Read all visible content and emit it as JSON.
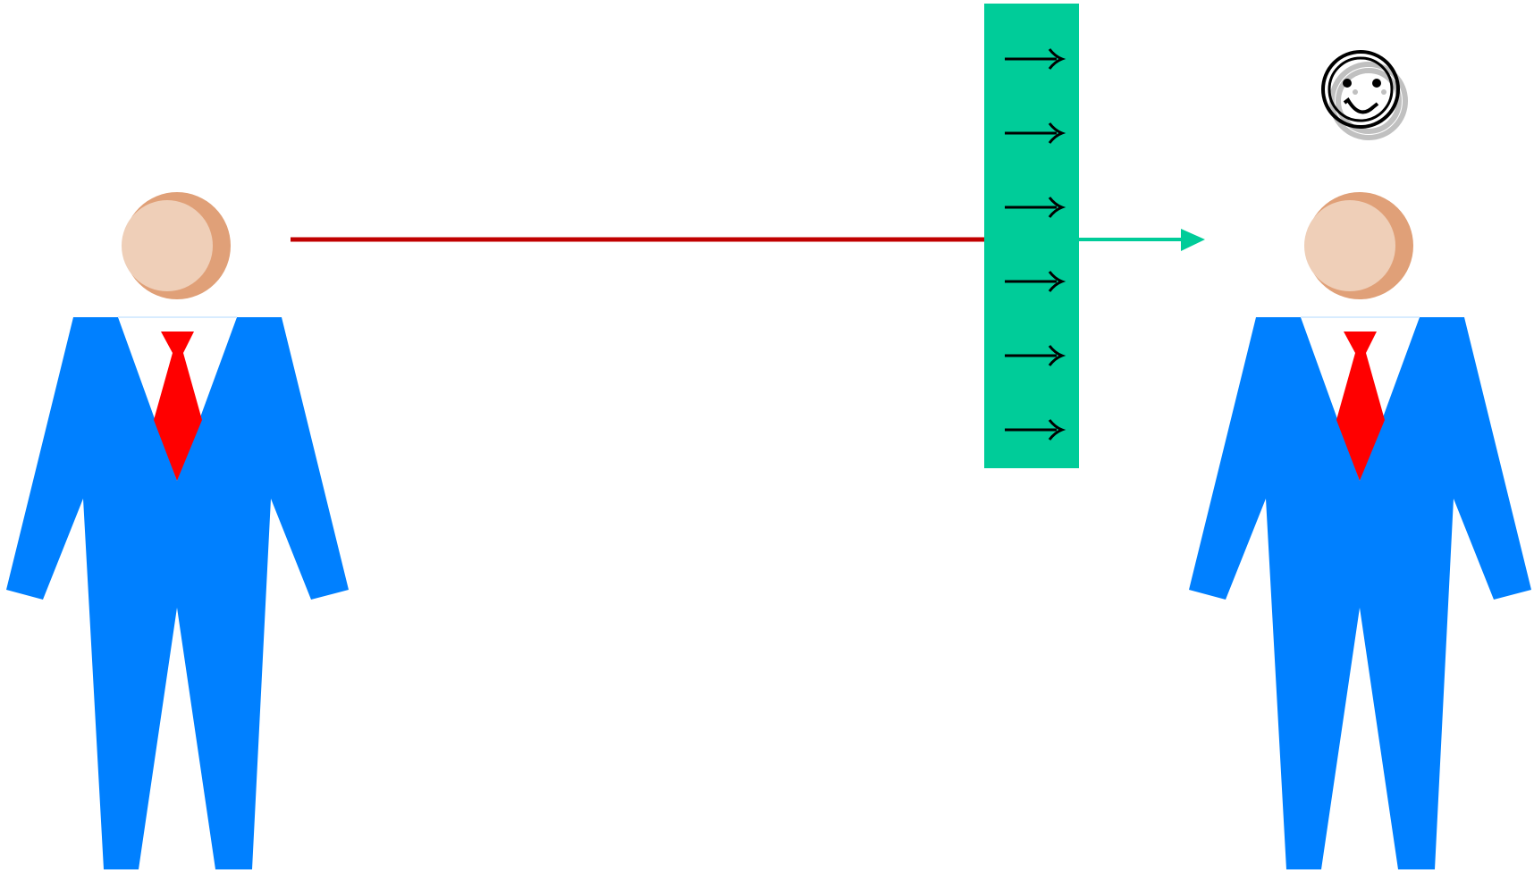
{
  "diagram": {
    "colors": {
      "background": "#ffffff",
      "suit": "#0080ff",
      "tie": "#ff0000",
      "shirt": "#ffffff",
      "head_light": "#efcfb8",
      "head_shade": "#e0a078",
      "signal_line": "#c00000",
      "filter_panel": "#00cc99",
      "output_arrow": "#00cc99",
      "panel_arrows": "#000000",
      "smiley": "#000000",
      "smiley_shadow": "#c0c0c0"
    },
    "figures": [
      {
        "id": "sender",
        "role": "sender",
        "icon": "businessman-icon"
      },
      {
        "id": "receiver",
        "role": "receiver",
        "icon": "businessman-icon"
      }
    ],
    "panel": {
      "icon": "filter-panel",
      "arrow_count": 6,
      "arrow_direction": "right"
    },
    "signal": {
      "incoming": "red-line",
      "outgoing": "green-arrow"
    },
    "reaction": {
      "icon": "smiley-face-icon"
    }
  }
}
